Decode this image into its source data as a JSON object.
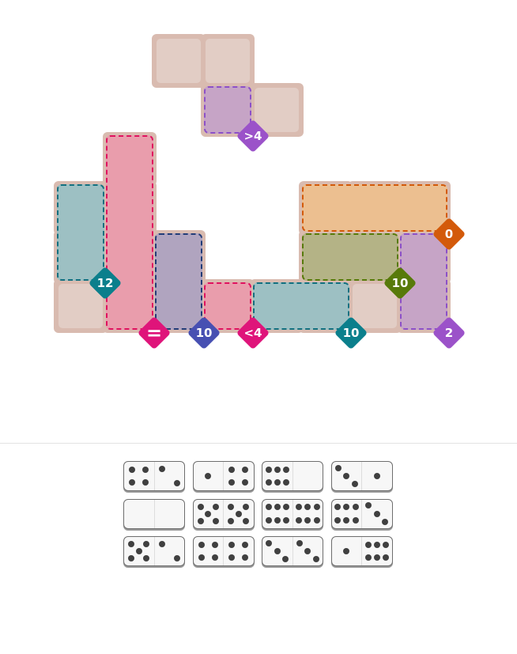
{
  "board": {
    "regions": [
      {
        "name": "purple-top",
        "label": ">4",
        "color": "#9b52c9",
        "fill": "#c6a4c6",
        "border": "#8c50c8"
      },
      {
        "name": "pink-tall",
        "label": "=",
        "color": "#df147a",
        "fill": "#e99dac",
        "border": "#e0115f"
      },
      {
        "name": "teal-left",
        "label": "12",
        "color": "#0b7f8c",
        "fill": "#9dc0c3",
        "border": "#127080"
      },
      {
        "name": "navy",
        "label": "10",
        "color": "#4750b2",
        "fill": "#b0a4bf",
        "border": "#223c78"
      },
      {
        "name": "pink-small",
        "label": "<4",
        "color": "#df147a",
        "fill": "#e99dac",
        "border": "#e0115f"
      },
      {
        "name": "teal-bottom",
        "label": "10",
        "color": "#0b7f8c",
        "fill": "#9dc0c3",
        "border": "#127080"
      },
      {
        "name": "orange",
        "label": "0",
        "color": "#d35a0a",
        "fill": "#ecbf90",
        "border": "#d35a0a"
      },
      {
        "name": "olive",
        "label": "10",
        "color": "#577a0a",
        "fill": "#b4b386",
        "border": "#577a0a"
      },
      {
        "name": "purple-right",
        "label": "2",
        "color": "#9b52c9",
        "fill": "#c6a4c6",
        "border": "#8c50c8"
      }
    ]
  },
  "tray": {
    "dominoes": [
      [
        4,
        2
      ],
      [
        1,
        4
      ],
      [
        6,
        0
      ],
      [
        3,
        1
      ],
      [
        0,
        0
      ],
      [
        5,
        5
      ],
      [
        6,
        6
      ],
      [
        6,
        3
      ],
      [
        5,
        2
      ],
      [
        4,
        4
      ],
      [
        3,
        3
      ],
      [
        1,
        6
      ]
    ]
  }
}
